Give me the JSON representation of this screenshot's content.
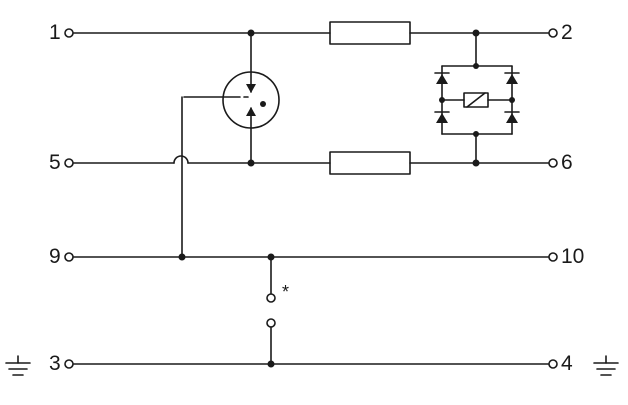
{
  "terminals": {
    "t1": "1",
    "t2": "2",
    "t3": "3",
    "t4": "4",
    "t5": "5",
    "t6": "6",
    "t9": "9",
    "t10": "10"
  },
  "annotation": {
    "asterisk": "*"
  },
  "icons": {
    "ground": "ground-icon",
    "resistor": "resistor-icon",
    "gas_discharge_tube": "gas-discharge-tube-icon",
    "diode_bridge": "diode-bridge-icon"
  },
  "colors": {
    "line": "#1a1a1a",
    "background": "#ffffff"
  }
}
